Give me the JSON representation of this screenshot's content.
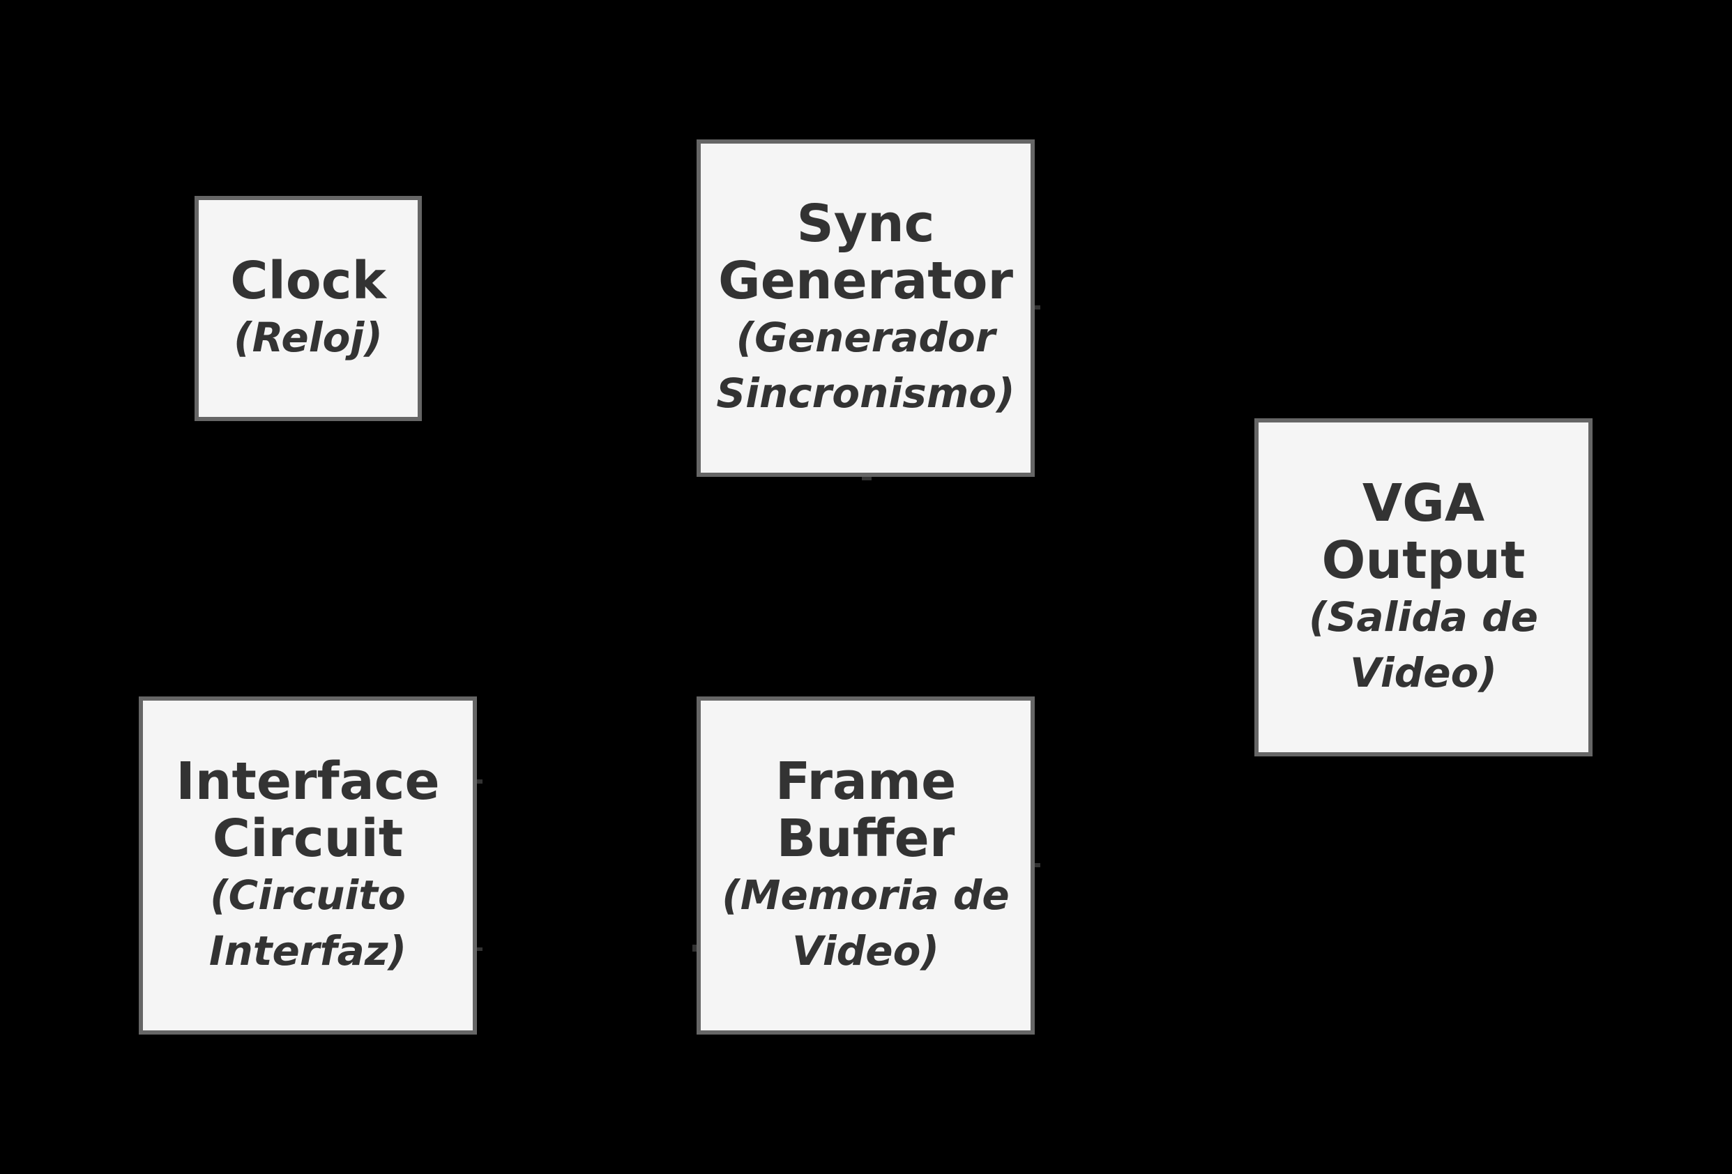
{
  "blocks": {
    "clock": {
      "title": "Clock",
      "subtitle": "(Reloj)"
    },
    "sync": {
      "title": "Sync\nGenerator",
      "subtitle": "(Generador\nSincronismo)"
    },
    "vga": {
      "title": "VGA\nOutput",
      "subtitle": "(Salida de\nVideo)"
    },
    "interface": {
      "title": "Interface\nCircuit",
      "subtitle": "(Circuito\nInterfaz)"
    },
    "frame": {
      "title": "Frame\nBuffer",
      "subtitle": "(Memoria de\nVideo)"
    }
  },
  "colors": {
    "background": "#000000",
    "block_fill": "#f5f5f5",
    "block_border": "#666666",
    "text": "#333333"
  }
}
